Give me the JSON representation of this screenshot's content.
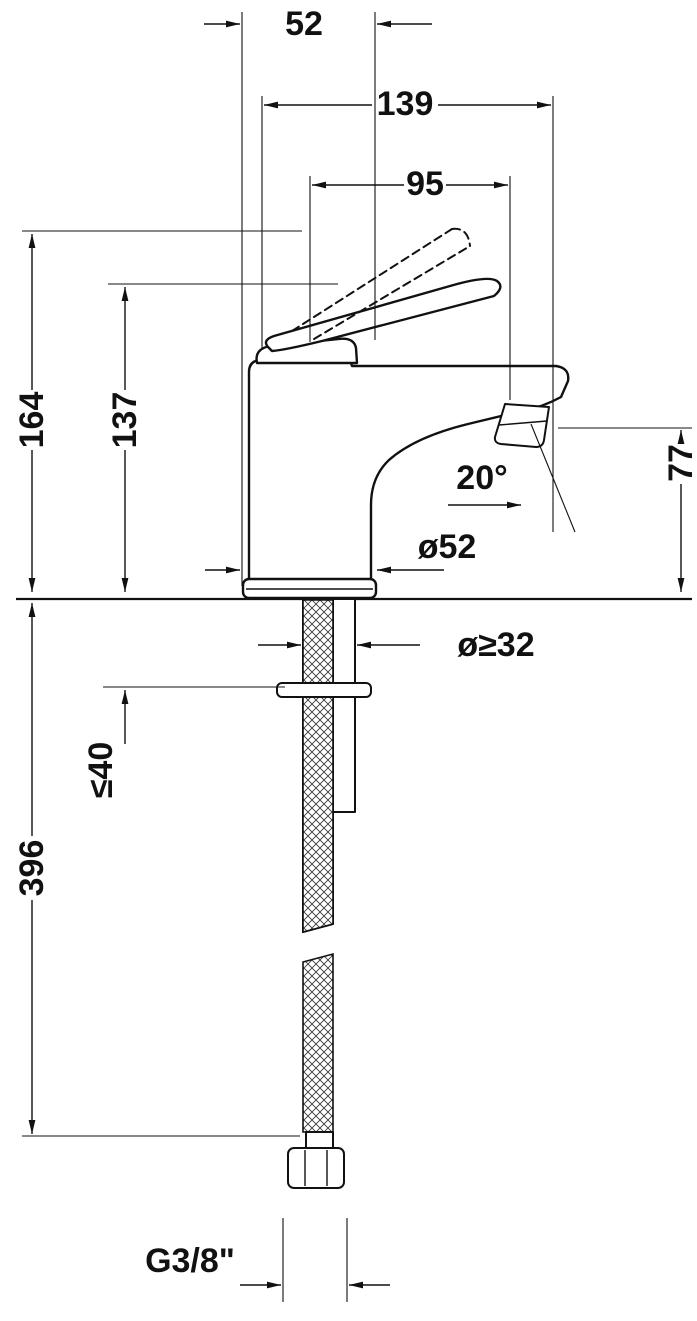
{
  "meta": {
    "type": "technical-dimension-drawing",
    "subject": "single-lever basin mixer faucet, side view with mounting shank and connection hose"
  },
  "dimensions": {
    "top_width": "52",
    "total_depth": "139",
    "spout_reach": "95",
    "max_height": "164",
    "body_height": "137",
    "spout_angle": "20°",
    "base_diameter": "ø52",
    "outlet_height": "77",
    "mounting_hole": "ø≥32",
    "deck_thickness": "≤40",
    "hose_length": "396",
    "thread_size": "G3/8\""
  }
}
